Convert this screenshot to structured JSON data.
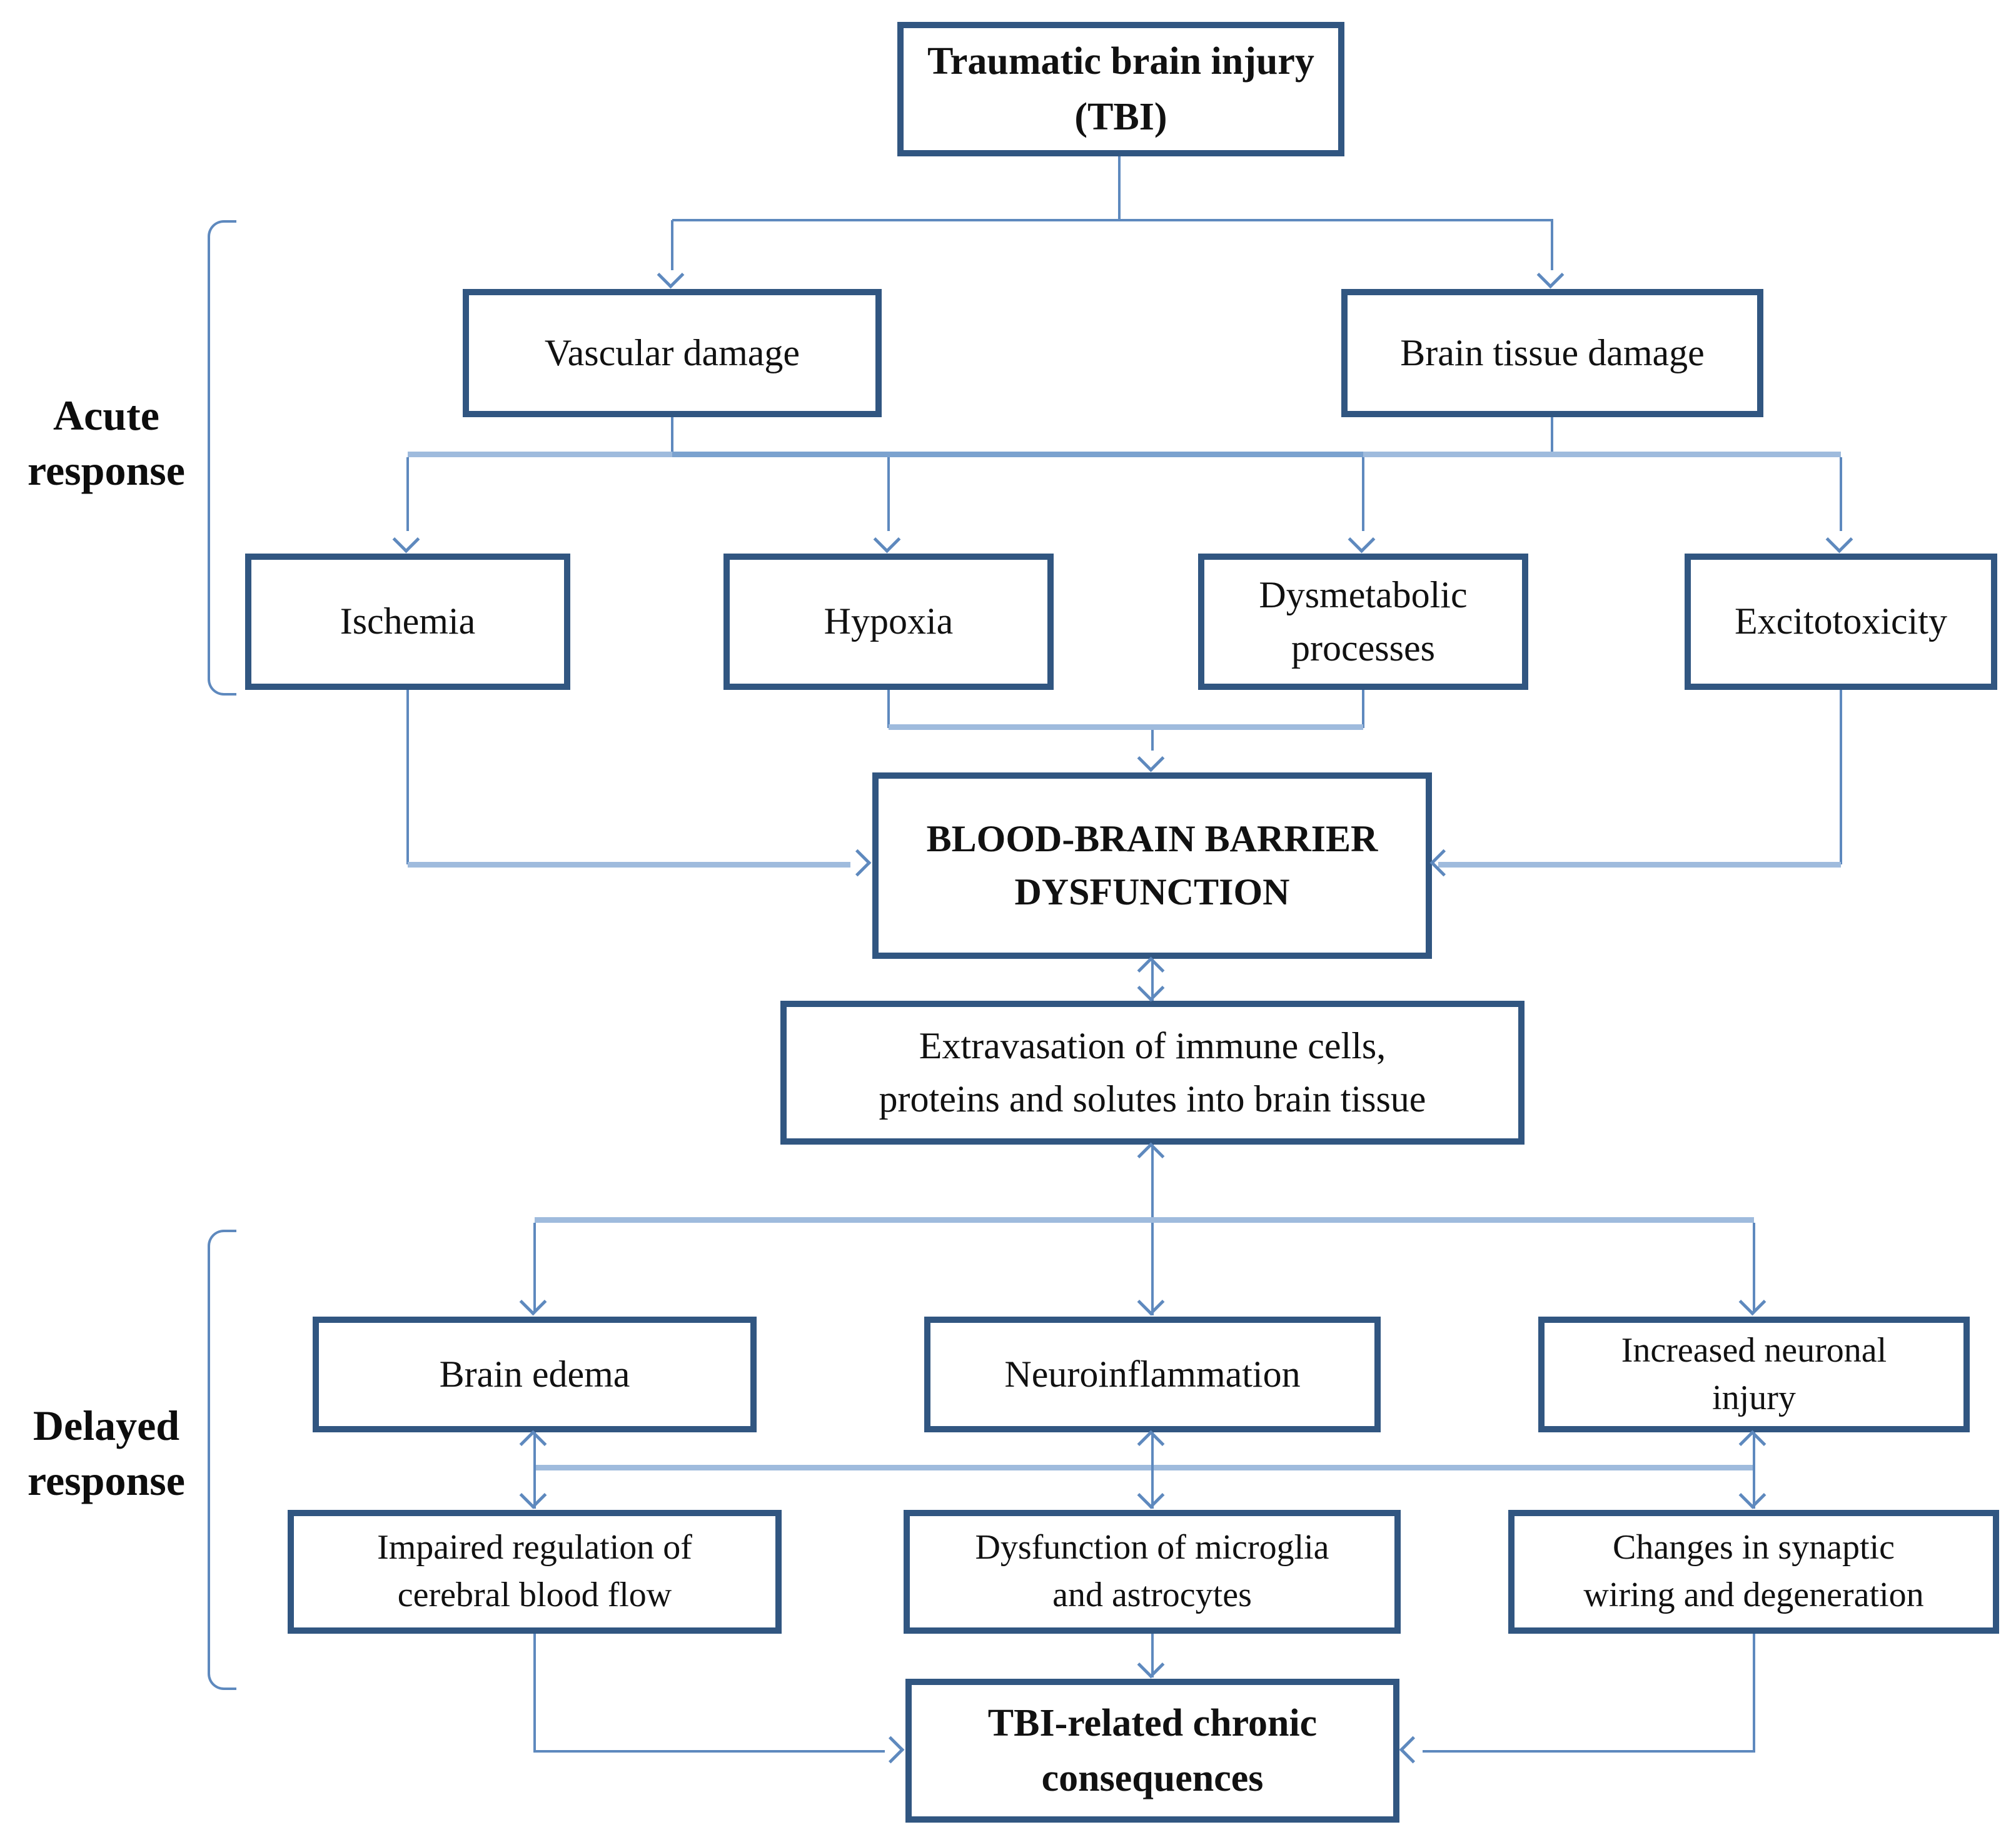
{
  "figure": {
    "section_labels": {
      "acute": "Acute\nresponse",
      "delayed": "Delayed\nresponse"
    },
    "nodes": {
      "tbi": {
        "label": "Traumatic brain injury\n(TBI)"
      },
      "vascular": {
        "label": "Vascular damage"
      },
      "brain_tissue": {
        "label": "Brain tissue damage"
      },
      "ischemia": {
        "label": "Ischemia"
      },
      "hypoxia": {
        "label": "Hypoxia"
      },
      "dysmetabolic": {
        "label": "Dysmetabolic\nprocesses"
      },
      "excitotoxicity": {
        "label": "Excitotoxicity"
      },
      "bbb": {
        "label": "BLOOD-BRAIN BARRIER\nDYSFUNCTION"
      },
      "extravasation": {
        "label": "Extravasation of immune cells,\nproteins and solutes into brain tissue"
      },
      "brain_edema": {
        "label": "Brain edema"
      },
      "neuroinflammation": {
        "label": "Neuroinflammation"
      },
      "increased_neuronal": {
        "label": "Increased neuronal\ninjury"
      },
      "impaired_regulation": {
        "label": "Impaired regulation of\ncerebral blood flow"
      },
      "dysfunction_microglia": {
        "label": "Dysfunction of microglia\nand astrocytes"
      },
      "changes_synaptic": {
        "label": "Changes in synaptic\nwiring and degeneration"
      },
      "tbi_chronic": {
        "label": "TBI-related chronic\nconsequences"
      }
    },
    "edges": [
      {
        "from": "tbi",
        "to": "vascular",
        "type": "arrow"
      },
      {
        "from": "tbi",
        "to": "brain_tissue",
        "type": "arrow"
      },
      {
        "from": "vascular",
        "to": "ischemia",
        "type": "arrow"
      },
      {
        "from": "vascular",
        "to": "hypoxia",
        "type": "arrow"
      },
      {
        "from": "vascular",
        "to": "dysmetabolic",
        "type": "arrow"
      },
      {
        "from": "brain_tissue",
        "to": "hypoxia",
        "type": "arrow"
      },
      {
        "from": "brain_tissue",
        "to": "dysmetabolic",
        "type": "arrow"
      },
      {
        "from": "brain_tissue",
        "to": "excitotoxicity",
        "type": "arrow"
      },
      {
        "from": "ischemia",
        "to": "bbb",
        "type": "arrow"
      },
      {
        "from": "hypoxia",
        "to": "bbb",
        "type": "arrow"
      },
      {
        "from": "dysmetabolic",
        "to": "bbb",
        "type": "arrow"
      },
      {
        "from": "excitotoxicity",
        "to": "bbb",
        "type": "arrow"
      },
      {
        "from": "bbb",
        "to": "extravasation",
        "type": "double"
      },
      {
        "from": "extravasation",
        "to": "brain_edema",
        "type": "arrow"
      },
      {
        "from": "extravasation",
        "to": "neuroinflammation",
        "type": "double"
      },
      {
        "from": "extravasation",
        "to": "increased_neuronal",
        "type": "arrow"
      },
      {
        "from": "brain_edema",
        "to": "impaired_regulation",
        "type": "double"
      },
      {
        "from": "neuroinflammation",
        "to": "dysfunction_microglia",
        "type": "double"
      },
      {
        "from": "increased_neuronal",
        "to": "changes_synaptic",
        "type": "double"
      },
      {
        "from": "impaired_regulation",
        "to": "tbi_chronic",
        "type": "arrow"
      },
      {
        "from": "dysfunction_microglia",
        "to": "tbi_chronic",
        "type": "arrow"
      },
      {
        "from": "changes_synaptic",
        "to": "tbi_chronic",
        "type": "arrow"
      }
    ],
    "colors": {
      "box_border": "#315681",
      "line": "#5E89BE",
      "light_line": "#9FBBDD",
      "overlap_line": "#7BA2CF",
      "text": "#111111"
    }
  }
}
